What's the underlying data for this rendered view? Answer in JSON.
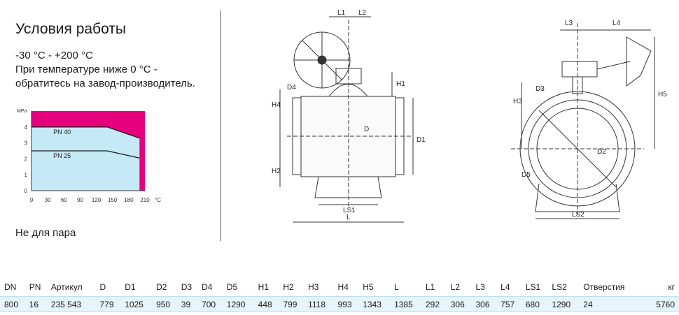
{
  "heading": "Условия работы",
  "temperature_range": "-30 °C - +200 °C",
  "note_line1": "При температуре ниже 0 °C -",
  "note_line2": "обратитесь на завод-производитель.",
  "not_for_steam": "Не для пара",
  "chart_data": {
    "type": "line",
    "title": "",
    "ylabel": "MPa",
    "xlabel": "°C",
    "x_ticks": [
      "0",
      "30",
      "60",
      "90",
      "120",
      "150",
      "180",
      "210"
    ],
    "y_ticks": [
      "0",
      "1",
      "2",
      "3",
      "4"
    ],
    "xlim": [
      0,
      210
    ],
    "ylim": [
      0,
      5
    ],
    "series": [
      {
        "name": "PN 40",
        "x": [
          0,
          140,
          200
        ],
        "y": [
          4,
          4,
          3.3
        ]
      },
      {
        "name": "PN 25",
        "x": [
          0,
          140,
          200
        ],
        "y": [
          2.5,
          2.5,
          2.05
        ]
      }
    ],
    "colors": {
      "background": "#e6007e",
      "fill": "#c6e9f7"
    }
  },
  "drawing_front_labels": [
    "L1",
    "L2",
    "D4",
    "H1",
    "H4",
    "D",
    "D1",
    "H2",
    "LS1",
    "L"
  ],
  "drawing_side_labels": [
    "L3",
    "L4",
    "D3",
    "H3",
    "H5",
    "D2",
    "D5",
    "LS2"
  ],
  "table": {
    "headers": [
      "DN",
      "PN",
      "Артикул",
      "D",
      "D1",
      "D2",
      "D3",
      "D4",
      "D5",
      "H1",
      "H2",
      "H3",
      "H4",
      "H5",
      "L",
      "L1",
      "L2",
      "L3",
      "L4",
      "LS1",
      "LS2",
      "Отверстия",
      "кг"
    ],
    "row": [
      "800",
      "16",
      "235 543",
      "779",
      "1025",
      "950",
      "39",
      "700",
      "1290",
      "448",
      "799",
      "1118",
      "993",
      "1343",
      "1385",
      "292",
      "306",
      "306",
      "757",
      "680",
      "1290",
      "24",
      "5760"
    ]
  }
}
